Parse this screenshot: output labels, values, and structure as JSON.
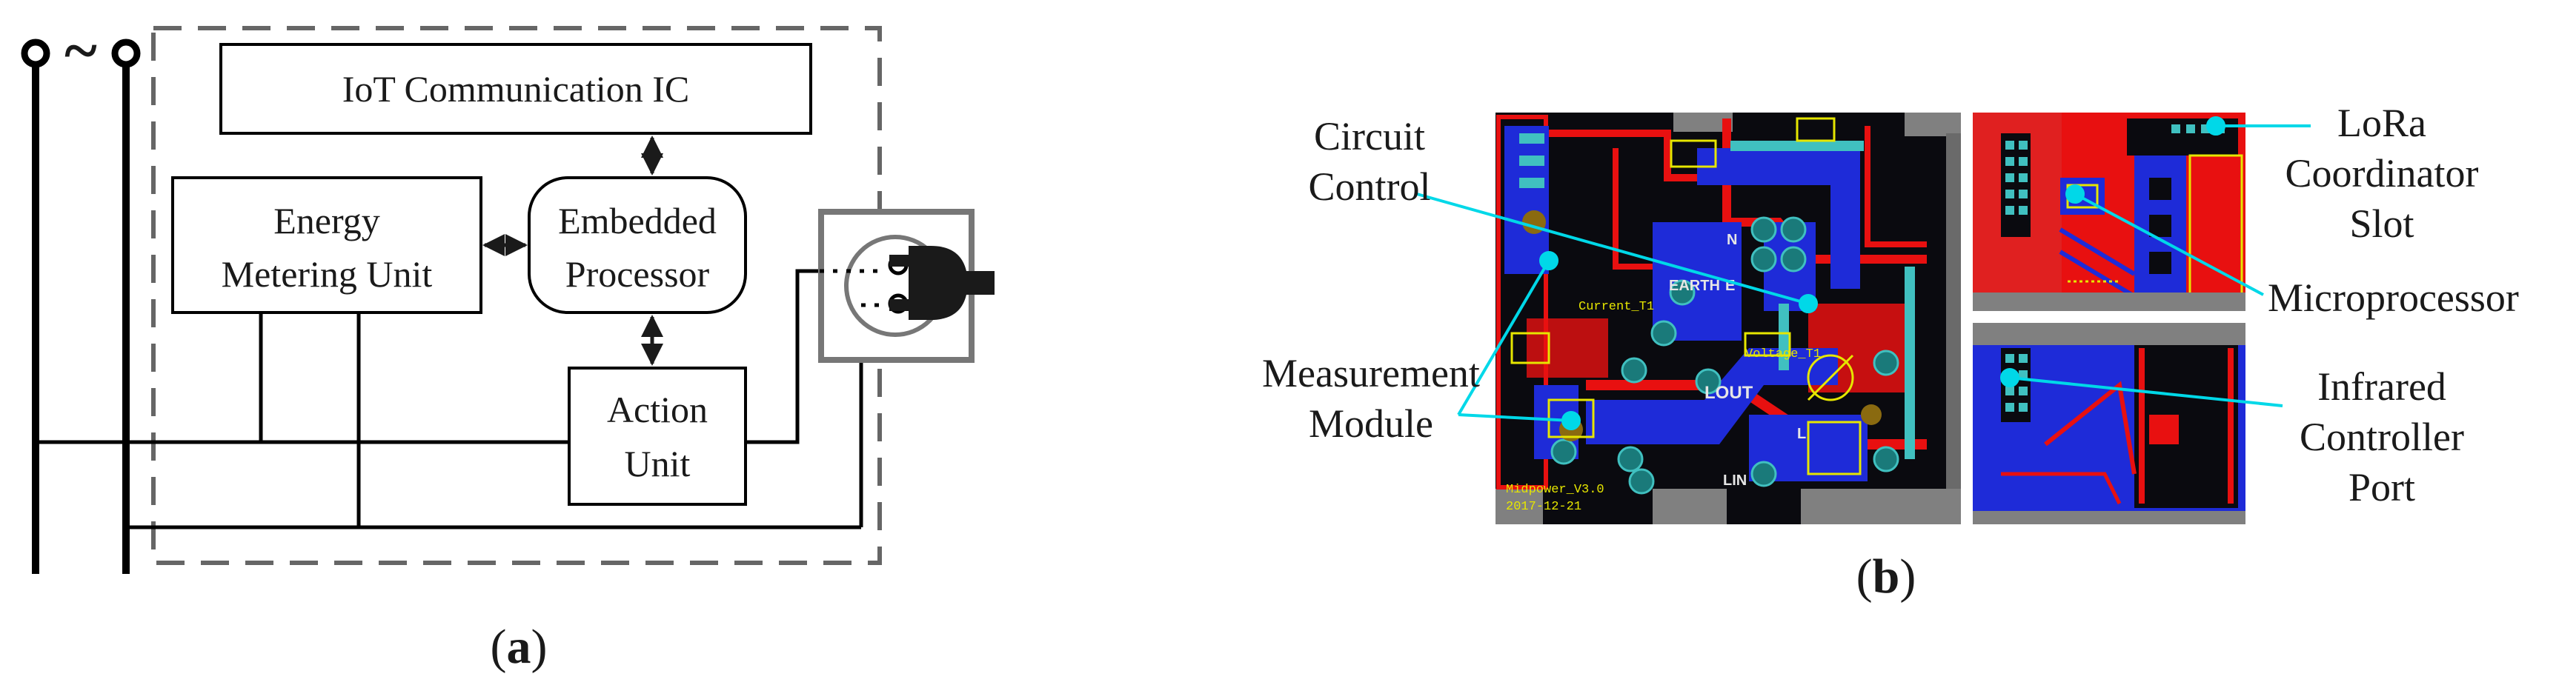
{
  "panel_a": {
    "blocks": {
      "iot": "IoT Communication IC",
      "energy_line1": "Energy",
      "energy_line2": "Metering Unit",
      "proc_line1": "Embedded",
      "proc_line2": "Processor",
      "action_line1": "Action",
      "action_line2": "Unit"
    },
    "source_symbol": "~",
    "caption_open": "(",
    "caption_letter": "a",
    "caption_close": ")"
  },
  "panel_b": {
    "labels": {
      "circuit_line1": "Circuit",
      "circuit_line2": "Control",
      "measure_line1": "Measurement",
      "measure_line2": "Module",
      "lora_line1": "LoRa",
      "lora_line2": "Coordinator",
      "lora_line3": "Slot",
      "micro": "Microprocessor",
      "ir_line1": "Infrared",
      "ir_line2": "Controller",
      "ir_line3": "Port"
    },
    "pcb_text": {
      "version": "Midpower_V3.0",
      "date": "2017-12-21",
      "current": "Current_T1",
      "voltage": "Voltage_T1",
      "earth": "EARTH",
      "earth_short": "E",
      "neutral": "N",
      "lout": "LOUT",
      "lin": "LIN",
      "l": "L"
    },
    "caption_open": "(",
    "caption_letter": "b",
    "caption_close": ")"
  },
  "colors": {
    "pcb_black": "#0a0a0f",
    "pcb_red": "#e81010",
    "pcb_blue": "#1e2bd8",
    "pcb_gray": "#808080",
    "annotation_cyan": "#00d8e8",
    "silkscreen_yellow": "#e6e600"
  }
}
